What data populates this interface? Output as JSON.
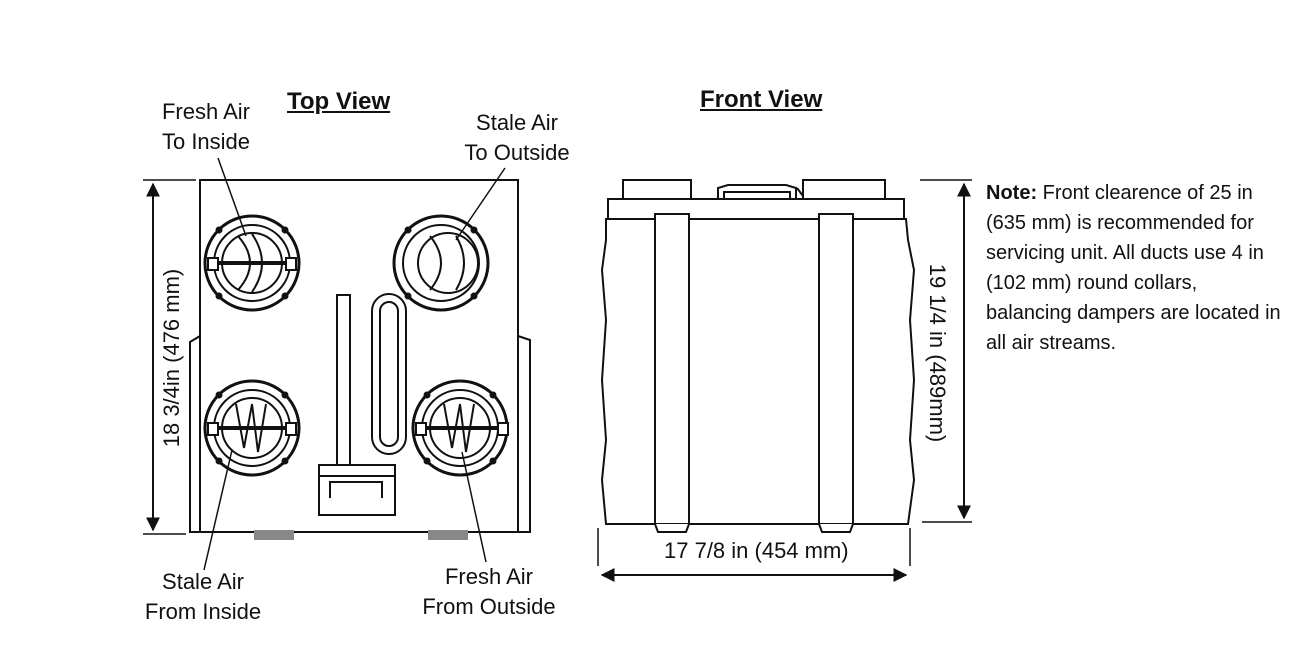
{
  "titles": {
    "top_view": "Top View",
    "front_view": "Front View"
  },
  "labels": {
    "fresh_to_inside": [
      "Fresh Air",
      "To Inside"
    ],
    "stale_to_outside": [
      "Stale Air",
      "To Outside"
    ],
    "stale_from_inside": [
      "Stale Air",
      "From Inside"
    ],
    "fresh_from_outside": [
      "Fresh Air",
      "From Outside"
    ]
  },
  "dimensions": {
    "top_height": "18 3/4in  (476 mm)",
    "front_height": "19 1/4 in (489mm)",
    "front_width": "17 7/8 in (454 mm)"
  },
  "note": {
    "heading": "Note:",
    "body": " Front clearence of 25 in (635 mm) is recommended for servicing unit. All ducts use 4 in (102 mm) round collars, balancing dampers are located in all air streams."
  },
  "colors": {
    "line": "#111111",
    "fill": "#ffffff",
    "foot": "#888888"
  }
}
